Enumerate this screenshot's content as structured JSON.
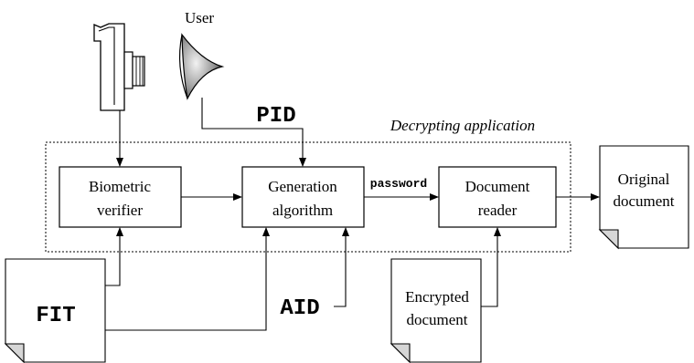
{
  "labels": {
    "user": "User",
    "pid": "PID",
    "app_title": "Decrypting application",
    "biometric_line1": "Biometric",
    "biometric_line2": "verifier",
    "generation_line1": "Generation",
    "generation_line2": "algorithm",
    "password": "password",
    "reader_line1": "Document",
    "reader_line2": "reader",
    "original_line1": "Original",
    "original_line2": "document",
    "fit": "FIT",
    "aid": "AID",
    "encrypted_line1": "Encrypted",
    "encrypted_line2": "document"
  },
  "icons": {
    "camera": "camera-icon",
    "eye": "eye-icon"
  }
}
